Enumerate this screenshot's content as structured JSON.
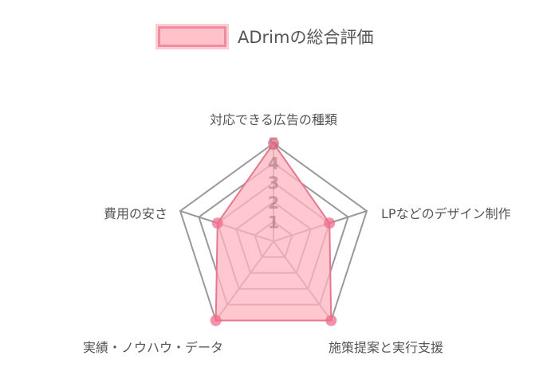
{
  "legend": {
    "label": "ADrimの総合評価"
  },
  "colors": {
    "fill": "#ffb6c1",
    "stroke": "#e8768e",
    "point": "#f07a95",
    "grid_outer": "#999999",
    "grid_inner": "#d6a3ad"
  },
  "chart_data": {
    "type": "radar",
    "title": "",
    "categories": [
      "対応できる広告の種類",
      "LPなどのデザイン制作",
      "施策提案と実行支援",
      "実績・ノウハウ・データ",
      "費用の安さ"
    ],
    "series": [
      {
        "name": "ADrimの総合評価",
        "values": [
          5,
          3,
          5,
          5,
          3
        ]
      }
    ],
    "r_ticks": [
      "1",
      "2",
      "3",
      "4",
      "5"
    ],
    "rlim": [
      0,
      5
    ],
    "legend_position": "top",
    "grid": true
  }
}
